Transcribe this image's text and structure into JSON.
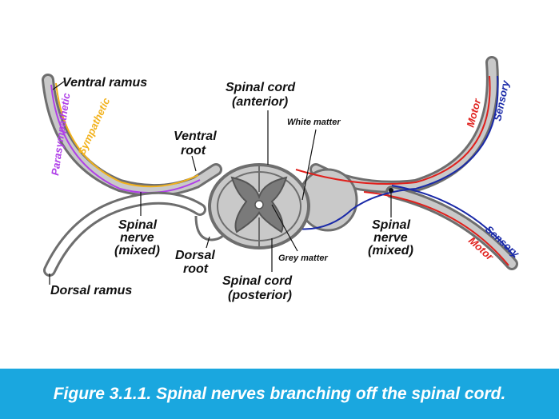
{
  "labels": {
    "ventral_ramus": "Ventral ramus",
    "parasympathetic": "Parasympathetic",
    "sympathetic": "Sympathetic",
    "ventral_root_1": "Ventral",
    "ventral_root_2": "root",
    "spinal_cord_anterior_1": "Spinal cord",
    "spinal_cord_anterior_2": "(anterior)",
    "white_matter": "White matter",
    "grey_matter": "Grey matter",
    "spinal_nerve_left_1": "Spinal",
    "spinal_nerve_left_2": "nerve",
    "spinal_nerve_left_3": "(mixed)",
    "spinal_nerve_right_1": "Spinal",
    "spinal_nerve_right_2": "nerve",
    "spinal_nerve_right_3": "(mixed)",
    "dorsal_root_1": "Dorsal",
    "dorsal_root_2": "root",
    "dorsal_ramus": "Dorsal ramus",
    "spinal_cord_posterior_1": "Spinal cord",
    "spinal_cord_posterior_2": "(posterior)",
    "motor_top": "Motor",
    "sensory_top": "Sensory",
    "sensory_bottom": "Sensory",
    "motor_bottom": "Motor"
  },
  "caption": "Figure 3.1.1. Spinal nerves branching off the spinal cord.",
  "colors": {
    "caption_bg": "#1aa7df",
    "nerve_gray": "#8c8c8c",
    "motor": "#e0201c",
    "sensory": "#1a2aa8",
    "sympathetic": "#f2b21c",
    "parasympathetic": "#b040e8"
  }
}
